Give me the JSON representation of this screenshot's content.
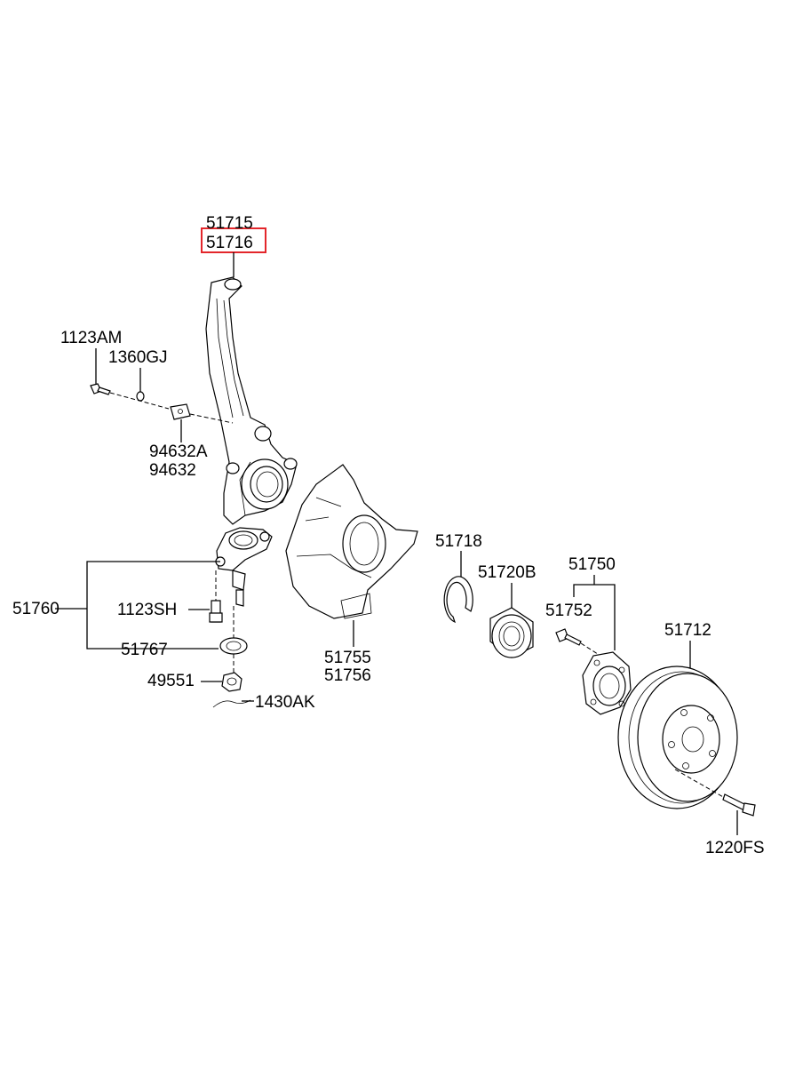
{
  "labels": {
    "p51715": "51715",
    "p51716": "51716",
    "p1123AM": "1123AM",
    "p1360GJ": "1360GJ",
    "p94632A": "94632A",
    "p94632": "94632",
    "p51760": "51760",
    "p1123SH": "1123SH",
    "p51767": "51767",
    "p49551": "49551",
    "p1430AK": "1430AK",
    "p51755": "51755",
    "p51756": "51756",
    "p51718": "51718",
    "p51720B": "51720B",
    "p51750": "51750",
    "p51752": "51752",
    "p51712": "51712",
    "p1220FS": "1220FS"
  },
  "highlight": {
    "part": "51716",
    "color": "#e3262b"
  }
}
